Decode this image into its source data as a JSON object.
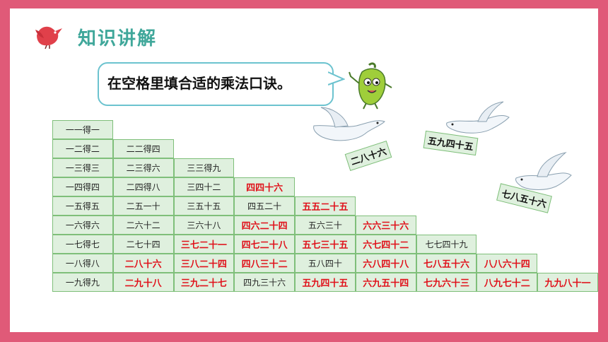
{
  "header": {
    "title": "知识讲解",
    "bird_icon": "red-bird-icon"
  },
  "prompt": {
    "text": "在空格里填合适的乘法口诀。"
  },
  "mascot": {
    "icon": "green-pepper-icon"
  },
  "table": {
    "rows": [
      [
        {
          "t": "一一得一",
          "red": false
        }
      ],
      [
        {
          "t": "一二得二",
          "red": false
        },
        {
          "t": "二二得四",
          "red": false
        }
      ],
      [
        {
          "t": "一三得三",
          "red": false
        },
        {
          "t": "二三得六",
          "red": false
        },
        {
          "t": "三三得九",
          "red": false
        }
      ],
      [
        {
          "t": "一四得四",
          "red": false
        },
        {
          "t": "二四得八",
          "red": false
        },
        {
          "t": "三四十二",
          "red": false
        },
        {
          "t": "四四十六",
          "red": true
        }
      ],
      [
        {
          "t": "一五得五",
          "red": false
        },
        {
          "t": "二五一十",
          "red": false
        },
        {
          "t": "三五十五",
          "red": false
        },
        {
          "t": "四五二十",
          "red": false
        },
        {
          "t": "五五二十五",
          "red": true
        }
      ],
      [
        {
          "t": "一六得六",
          "red": false
        },
        {
          "t": "二六十二",
          "red": false
        },
        {
          "t": "三六十八",
          "red": false
        },
        {
          "t": "四六二十四",
          "red": true
        },
        {
          "t": "五六三十",
          "red": false
        },
        {
          "t": "六六三十六",
          "red": true
        }
      ],
      [
        {
          "t": "一七得七",
          "red": false
        },
        {
          "t": "二七十四",
          "red": false
        },
        {
          "t": "三七二十一",
          "red": true
        },
        {
          "t": "四七二十八",
          "red": true
        },
        {
          "t": "五七三十五",
          "red": true
        },
        {
          "t": "六七四十二",
          "red": true
        },
        {
          "t": "七七四十九",
          "red": false
        }
      ],
      [
        {
          "t": "一八得八",
          "red": false
        },
        {
          "t": "二八十六",
          "red": true
        },
        {
          "t": "三八二十四",
          "red": true
        },
        {
          "t": "四八三十二",
          "red": true
        },
        {
          "t": "五八四十",
          "red": false
        },
        {
          "t": "六八四十八",
          "red": true
        },
        {
          "t": "七八五十六",
          "red": true
        },
        {
          "t": "八八六十四",
          "red": true
        }
      ],
      [
        {
          "t": "一九得九",
          "red": false
        },
        {
          "t": "二九十八",
          "red": true
        },
        {
          "t": "三九二十七",
          "red": true
        },
        {
          "t": "四九三十六",
          "red": false
        },
        {
          "t": "五九四十五",
          "red": true
        },
        {
          "t": "六九五十四",
          "red": true
        },
        {
          "t": "七九六十三",
          "red": true
        },
        {
          "t": "八九七十二",
          "red": true
        },
        {
          "t": "九九八十一",
          "red": true
        }
      ]
    ]
  },
  "doves": [
    {
      "card": "二八十六",
      "icon": "dove-icon"
    },
    {
      "card": "五九四十五",
      "icon": "dove-icon"
    },
    {
      "card": "七八五十六",
      "icon": "dove-icon"
    }
  ],
  "colors": {
    "frame": "#e05a78",
    "title": "#3fa79a",
    "cell_bg": "#dff0de",
    "cell_border": "#7fbf7a",
    "answer": "#e0101a"
  }
}
